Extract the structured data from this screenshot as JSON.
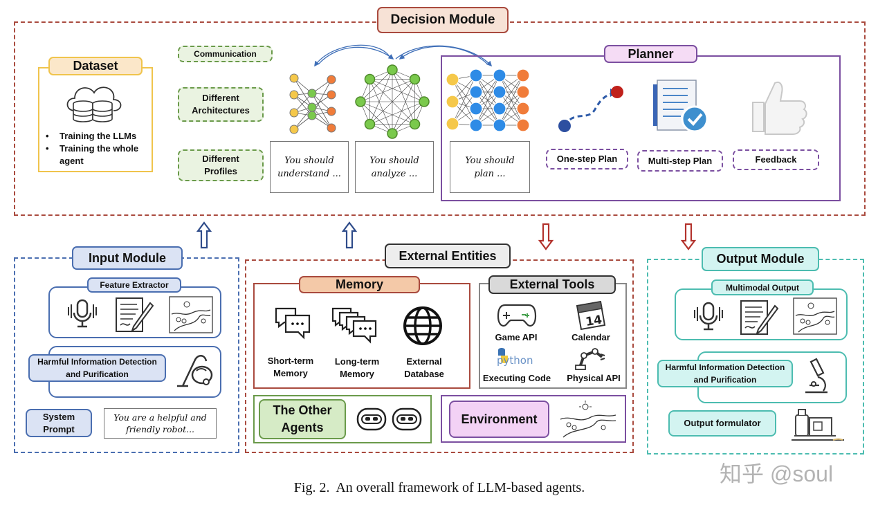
{
  "decision_module": {
    "title": "Decision Module",
    "dataset": {
      "title": "Dataset",
      "bullets": [
        "Training the LLMs",
        "Training the whole agent"
      ]
    },
    "side_tags": [
      "Communication",
      "Different Architectures",
      "Different Profiles"
    ],
    "notes": [
      "You should understand ...",
      "You should analyze ...",
      "You should plan ..."
    ],
    "planner": {
      "title": "Planner",
      "items": [
        "One-step Plan",
        "Multi-step Plan",
        "Feedback"
      ]
    }
  },
  "input_module": {
    "title": "Input Module",
    "feature_extractor": "Feature Extractor",
    "harmful": "Harmful Information Detection and Purification",
    "system_prompt": "System Prompt",
    "prompt_text": "You are a helpful and friendly robot..."
  },
  "external_entities": {
    "title": "External Entities",
    "memory": {
      "title": "Memory",
      "items": [
        "Short-term Memory",
        "Long-term Memory",
        "External Database"
      ]
    },
    "tools": {
      "title": "External Tools",
      "items": [
        "Game API",
        "Calendar",
        "Executing Code",
        "Physical API"
      ],
      "python_word": "python",
      "calendar_day": "14"
    },
    "other_agents": "The Other Agents",
    "environment": "Environment"
  },
  "output_module": {
    "title": "Output Module",
    "multimodal": "Multimodal Output",
    "harmful": "Harmful Information Detection and Purification",
    "formulator": "Output formulator"
  },
  "caption": "Fig. 2.  An overall framework of LLM-based agents.",
  "watermark": "知乎 @soul",
  "colors": {
    "decision_border": "#a94a3e",
    "decision_tag_bg": "#f7e2d6",
    "dataset_border": "#f0c44c",
    "dataset_tag_bg": "#fbe7c9",
    "green_dashed": "#6a9a4a",
    "green_fill": "#eaf3e1",
    "planner_border": "#7b4fa0",
    "planner_tag_bg": "#f5dcf5",
    "input_border": "#4a6eb0",
    "input_fill": "#dbe3f4",
    "output_border": "#4cbcb0",
    "output_fill": "#d3f4f1",
    "memory_tag_bg": "#f4c9a8",
    "tools_tag_bg": "#d9d9d9",
    "agents_fill": "#d6ebc6",
    "env_fill": "#f3d2f5",
    "arrow_blue": "#2f4c8a",
    "arrow_red": "#b3322c"
  }
}
